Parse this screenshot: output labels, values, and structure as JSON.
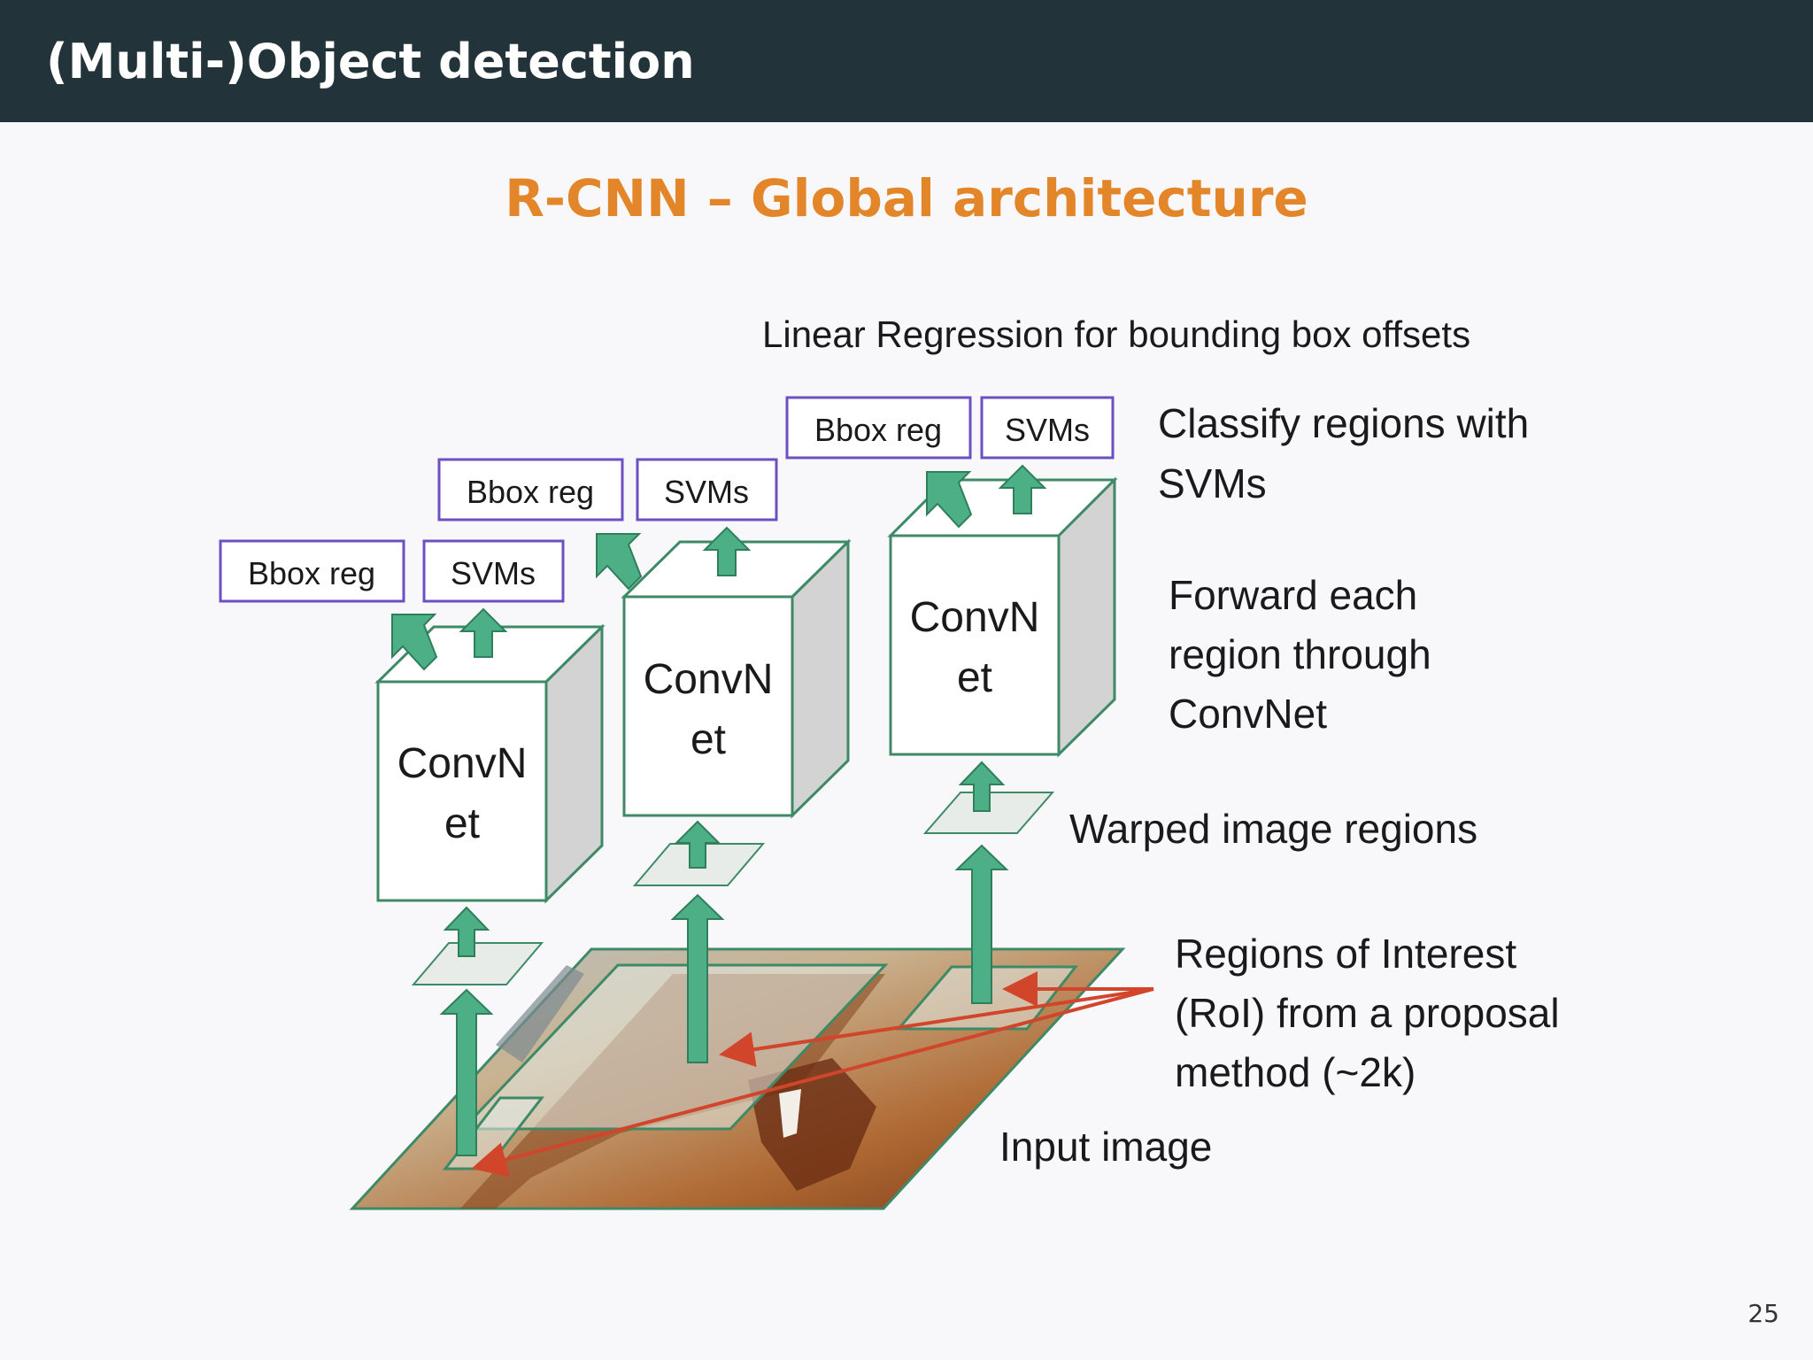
{
  "header": {
    "title": "(Multi-)Object detection"
  },
  "slide": {
    "title": "R-CNN – Global architecture",
    "page_number": "25"
  },
  "diagram": {
    "annotations": {
      "linear_regression": "Linear Regression for bounding box offsets",
      "classify_line1": "Classify regions with",
      "classify_line2": "SVMs",
      "forward_line1": "Forward each",
      "forward_line2": "region through",
      "forward_line3": "ConvNet",
      "warped": "Warped image regions",
      "roi_line1": "Regions of Interest",
      "roi_line2": "(RoI) from a proposal",
      "roi_line3": "method (~2k)",
      "input": "Input image"
    },
    "boxes": {
      "bbox_reg": "Bbox reg",
      "svms": "SVMs",
      "convnet_line1": "ConvN",
      "convnet_line2": "et"
    },
    "colors": {
      "arrow": "#4caf86",
      "arrow_stroke": "#2f7f5b",
      "box_border": "#6c4fc0",
      "roi_arrow": "#d1452b"
    }
  }
}
